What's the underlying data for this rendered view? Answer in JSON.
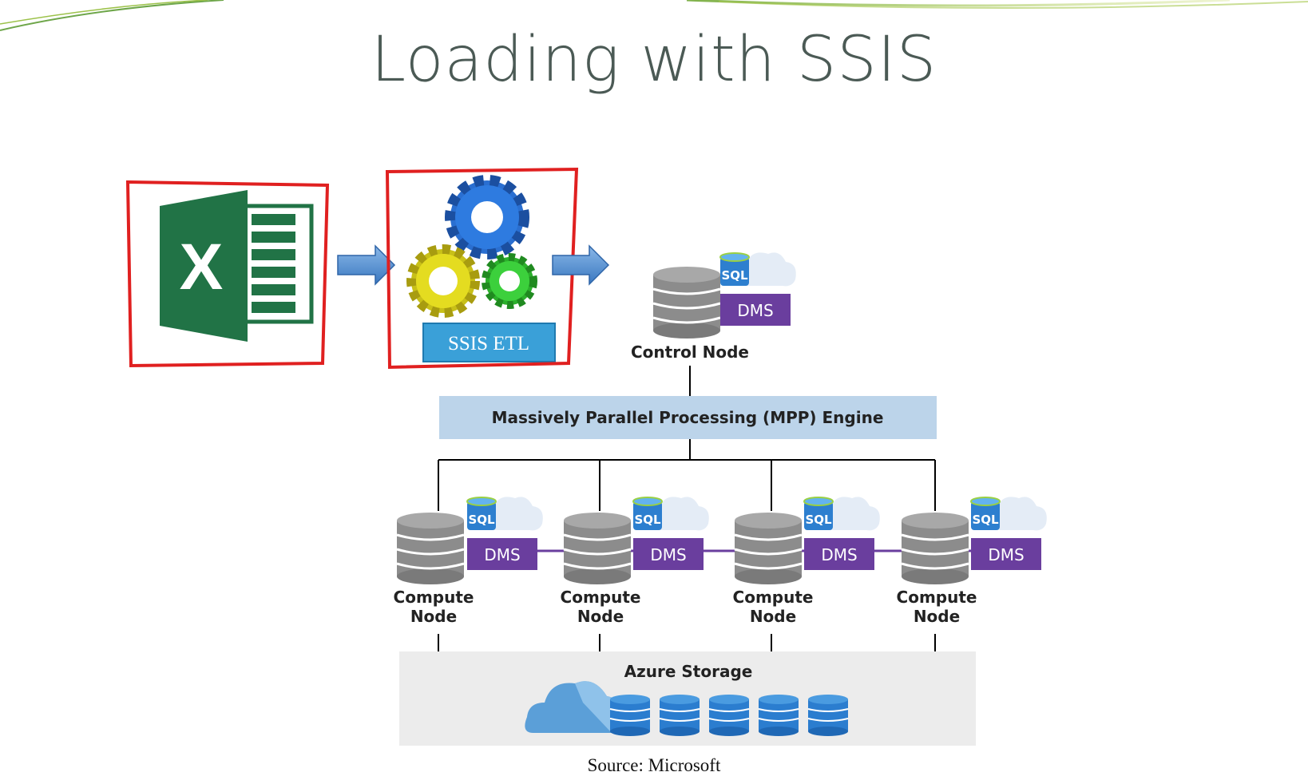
{
  "title": "Loading with SSIS",
  "excel_icon_letter": "X",
  "ssis_label": "SSIS ETL",
  "control_node": {
    "label": "Control Node",
    "sql_label": "SQL",
    "dms_label": "DMS"
  },
  "mpp_engine_label": "Massively Parallel Processing (MPP) Engine",
  "compute_nodes": [
    {
      "line1": "Compute",
      "line2": "Node",
      "sql_label": "SQL",
      "dms_label": "DMS"
    },
    {
      "line1": "Compute",
      "line2": "Node",
      "sql_label": "SQL",
      "dms_label": "DMS"
    },
    {
      "line1": "Compute",
      "line2": "Node",
      "sql_label": "SQL",
      "dms_label": "DMS"
    },
    {
      "line1": "Compute",
      "line2": "Node",
      "sql_label": "SQL",
      "dms_label": "DMS"
    }
  ],
  "azure_storage_label": "Azure Storage",
  "source_text": "Source: Microsoft",
  "colors": {
    "title": "#4b5a55",
    "excel_green": "#217346",
    "ssis_box": "#3aa0d8",
    "dms_purple": "#6a3e9e",
    "mpp_blue": "#bcd4ea",
    "storage_gray": "#ececec",
    "annotation_red": "#e02020",
    "arrow_blue": "#4a86c8"
  }
}
